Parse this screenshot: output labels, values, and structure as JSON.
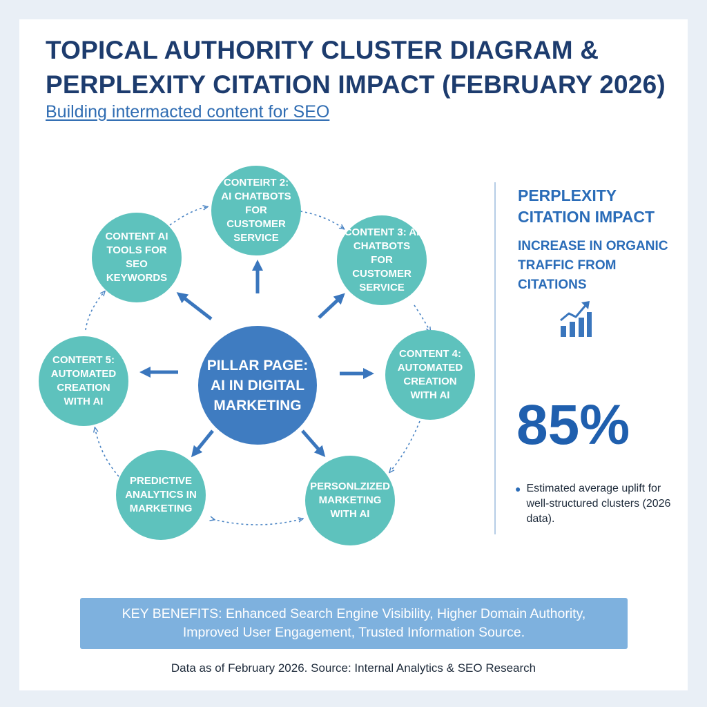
{
  "header": {
    "title": "TOPICAL AUTHORITY CLUSTER DIAGRAM & PERPLEXITY CITATION IMPACT (FEBRUARY 2026)",
    "subtitle": "Building intermacted content for SEO"
  },
  "diagram": {
    "pillar": "PILLAR PAGE: AI IN DIGITAL MARKETING",
    "clusters": [
      "CONTEIRT 2: AI CHATBOTS FOR CUSTOMER SERVICE",
      "CONTENT 3: AI CHATBOTS FOR CUSTOMER SERVICE",
      "CONTENT 4: AUTOMATED CREATION WITH AI",
      "PERSONLZIZED MARKETING WITH AI",
      "PREDICTIVE ANALYTICS IN MARKETING",
      "CONTERT 5: AUTOMATED CREATION WITH AI",
      "CONTENT AI TOOLS FOR SEO KEYWORDS"
    ]
  },
  "impact": {
    "title": "PERPLEXITY CITATION IMPACT",
    "label": "INCREASE IN ORGANIC TRAFFIC FROM CITATIONS",
    "icon": "chart-growth-icon",
    "value": "85%",
    "note": "Estimated average uplift for well-structured clusters (2026 data)."
  },
  "benefits": "KEY BENEFITS: Enhanced Search Engine Visibility, Higher Domain Authority, Improved User Engagement, Trusted Information Source.",
  "footer": "Data as of February 2026. Source: Internal Analytics & SEO Research",
  "colors": {
    "title": "#1d3c6e",
    "accent": "#2a6cb8",
    "pillar": "#3f7cc1",
    "cluster": "#5ec2bd",
    "benefits_bg": "#7eb1de"
  }
}
